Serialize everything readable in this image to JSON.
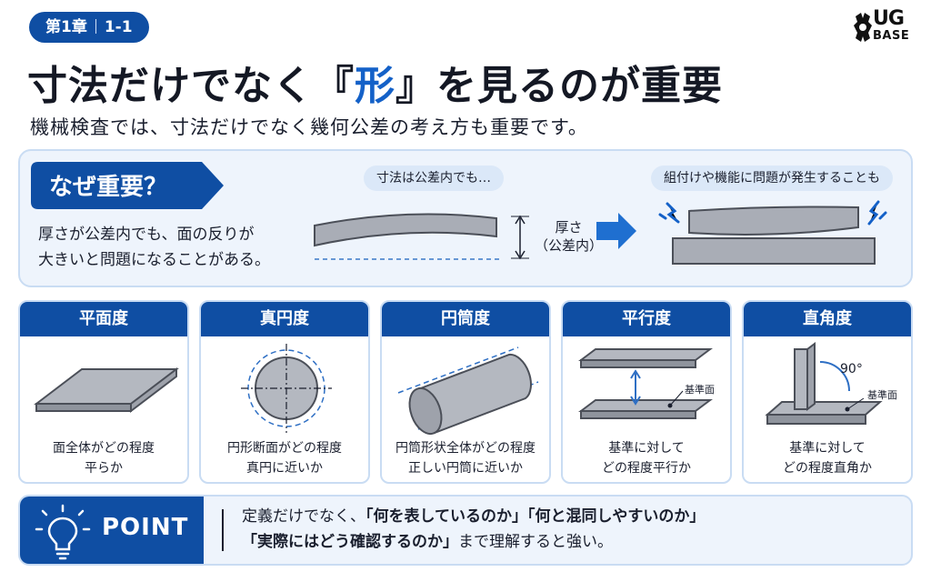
{
  "header": {
    "chapter": "第1章",
    "section": "1-1",
    "logo_line1": "UG",
    "logo_line2": "BASE"
  },
  "title": {
    "prefix": "寸法だけでなく『",
    "highlight": "形",
    "suffix": "』を見るのが重要"
  },
  "subtitle": "機械検査では、寸法だけでなく幾何公差の考え方も重要です。",
  "why": {
    "badge": "なぜ重要？",
    "text_line1": "厚さが公差内でも、面の反りが",
    "text_line2": "大きいと問題になることがある。",
    "pill_left": "寸法は公差内でも…",
    "pill_right": "組付けや機能に問題が発生することも",
    "thickness_label_line1": "厚さ",
    "thickness_label_line2": "（公差内）"
  },
  "cards": [
    {
      "title": "平面度",
      "caption_line1": "面全体がどの程度",
      "caption_line2": "平らか"
    },
    {
      "title": "真円度",
      "caption_line1": "円形断面がどの程度",
      "caption_line2": "真円に近いか"
    },
    {
      "title": "円筒度",
      "caption_line1": "円筒形状全体がどの程度",
      "caption_line2": "正しい円筒に近いか"
    },
    {
      "title": "平行度",
      "caption_line1": "基準に対して",
      "caption_line2": "どの程度平行か",
      "datum_label": "基準面"
    },
    {
      "title": "直角度",
      "caption_line1": "基準に対して",
      "caption_line2": "どの程度直角か",
      "datum_label": "基準面",
      "angle_label": "90°"
    }
  ],
  "point": {
    "label": "POINT",
    "line1_plain": "定義だけでなく、",
    "line1_bold": "「何を表しているのか」「何と混同しやすいのか」",
    "line2_bold": "「実際にはどう確認するのか」",
    "line2_plain": "まで理解すると強い。"
  },
  "colors": {
    "primary": "#0f4ea3",
    "accent": "#1461c8",
    "panel_bg": "#eef4fc",
    "panel_border": "#c9dcf3"
  }
}
